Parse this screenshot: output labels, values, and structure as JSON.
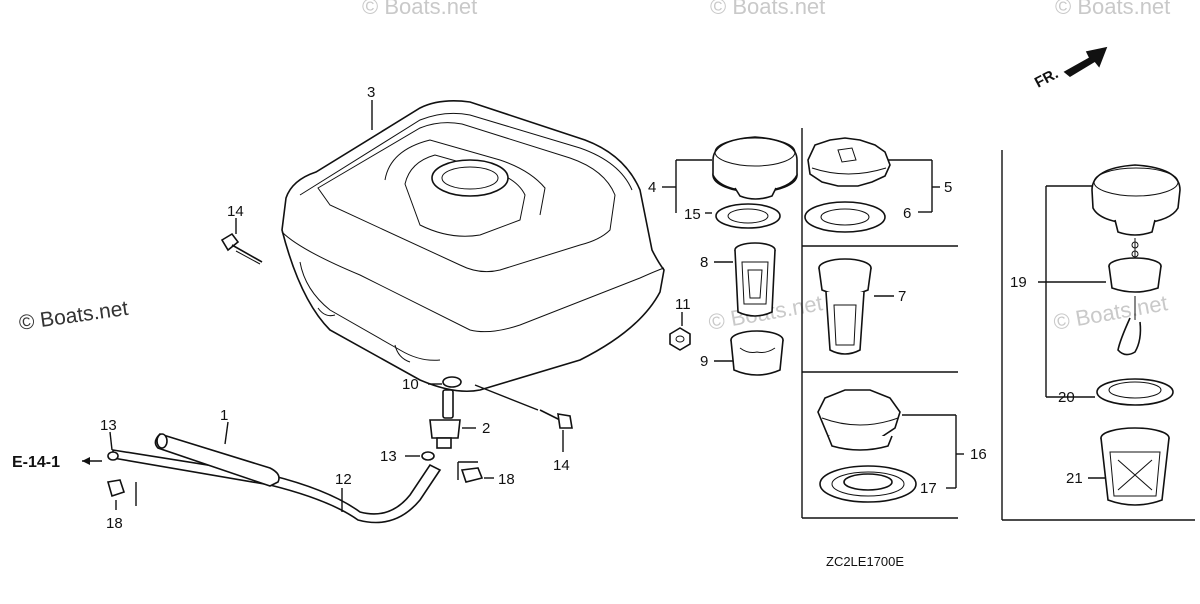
{
  "diagram": {
    "code": "ZC2LE1700E",
    "ref_label": "E-14-1",
    "direction_label": "FR.",
    "watermark": "© Boats.net",
    "callouts": [
      "1",
      "2",
      "3",
      "4",
      "5",
      "6",
      "7",
      "8",
      "9",
      "10",
      "11",
      "12",
      "13",
      "13",
      "14",
      "14",
      "15",
      "16",
      "17",
      "18",
      "18",
      "19",
      "20",
      "21"
    ]
  },
  "colors": {
    "line": "#111111",
    "watermark": "#c9c9c9",
    "background": "#ffffff"
  }
}
